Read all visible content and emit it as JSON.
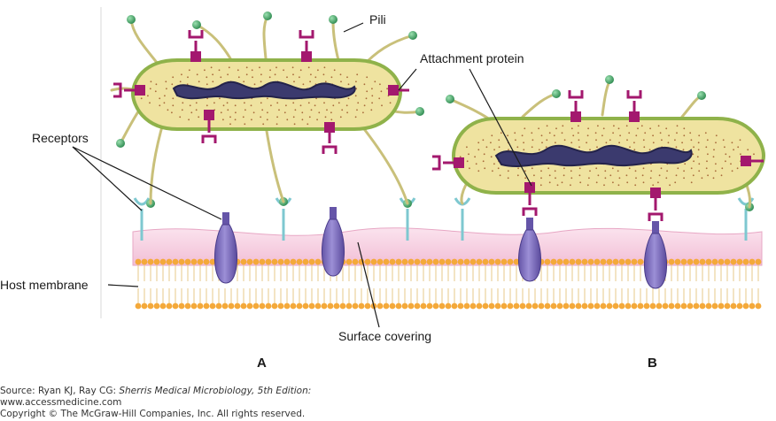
{
  "labels": {
    "pili": "Pili",
    "attachment_protein": "Attachment protein",
    "receptors": "Receptors",
    "host_membrane": "Host membrane",
    "surface_covering": "Surface covering"
  },
  "panels": {
    "a": "A",
    "b": "B"
  },
  "footer": {
    "source_prefix": "Source: Ryan KJ, Ray CG: ",
    "source_title": "Sherris Medical Microbiology, 5th Edition:",
    "url": "www.accessmedicine.com",
    "copyright": "Copyright © The McGraw-Hill Companies, Inc. All rights reserved."
  },
  "colors": {
    "cell_fill": "#efe3a0",
    "cell_wall": "#8fb24a",
    "dna": "#3b3a6e",
    "pili": "#c9c07a",
    "pilus_tip": "#2e8a50",
    "attachment_protein": "#a3186e",
    "receptor": "#7ec8d0",
    "glycoprotein": "#7b6bb6",
    "surface_covering": "#f5cde0",
    "lipid_head": "#f4a93a"
  }
}
